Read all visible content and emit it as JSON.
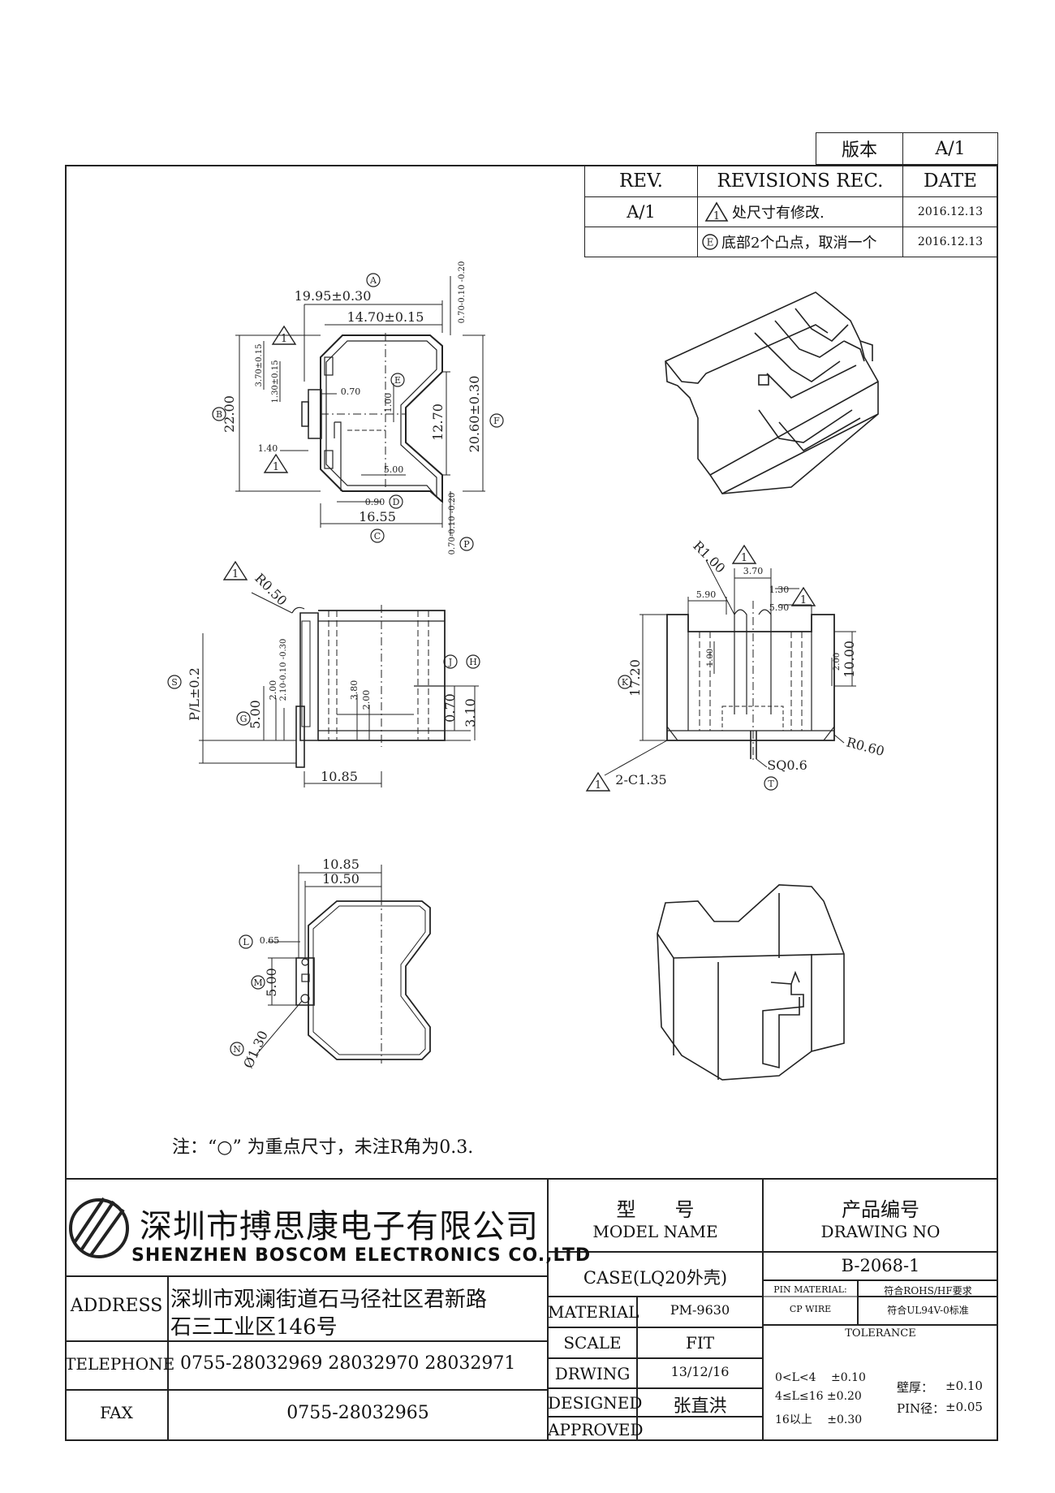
{
  "version_box": {
    "label": "版本",
    "value": "A/1"
  },
  "revisions": {
    "headers": [
      "REV.",
      "REVISIONS REC.",
      "DATE"
    ],
    "rows": [
      {
        "rev": "A/1",
        "mark": "1",
        "text": "处尺寸有修改.",
        "date": "2016.12.13"
      },
      {
        "rev": "",
        "mark": "E",
        "text": "底部2个凸点，取消一个",
        "date": "2016.12.13"
      }
    ]
  },
  "drawing": {
    "top_view": {
      "dims": [
        "19.95±0.30",
        "14.70±0.15",
        "22.00",
        "12.70",
        "20.60±0.30",
        "16.55",
        "5.00",
        "0.90",
        "0.70",
        "1.00",
        "1.40",
        "3.70±0.15",
        "1.30±0.15",
        "0.70-0.10 -0.20"
      ],
      "circled": [
        "A",
        "B",
        "C",
        "D",
        "E",
        "F",
        "P"
      ]
    },
    "side_view": {
      "dims": [
        "R0.50",
        "P/L±0.2",
        "5.00",
        "2.00",
        "2.10-0.10 -0.30",
        "3.80",
        "2.00",
        "0.70",
        "3.10",
        "10.85"
      ],
      "circled": [
        "S",
        "G",
        "J",
        "H"
      ]
    },
    "front_view": {
      "dims": [
        "R1.00",
        "3.70",
        "5.90",
        "1.30",
        "5.90",
        "17.20",
        "1.00",
        "2.00",
        "10.00",
        "R0.60",
        "SQ0.6",
        "2-C1.35"
      ],
      "circled": [
        "K",
        "T"
      ]
    },
    "bottom_view": {
      "dims": [
        "10.85",
        "10.50",
        "0.65",
        "5.00",
        "Ø1.30"
      ],
      "circled": [
        "L",
        "M",
        "N"
      ]
    },
    "note": "注：“○” 为重点尺寸，未注R角为0.3."
  },
  "title_block": {
    "company_cn": "深圳市搏思康电子有限公司",
    "company_en": "SHENZHEN BOSCOM ELECTRONICS CO.,LTD",
    "address_label": "ADDRESS",
    "address_line1": "深圳市观澜街道石马径社区君新路",
    "address_line2": "石三工业区146号",
    "telephone_label": "TELEPHONE",
    "telephone": "0755-28032969 28032970 28032971",
    "fax_label": "FAX",
    "fax": "0755-28032965",
    "model_cn": "型　　号",
    "model_en": "MODEL NAME",
    "model_value": "CASE(LQ20外壳)",
    "drawing_cn": "产品编号",
    "drawing_en": "DRAWING NO",
    "drawing_value": "B-2068-1",
    "material_label": "MATERIAL",
    "material_value": "PM-9630",
    "scale_label": "SCALE",
    "scale_value": "FIT",
    "drwing_label": "DRWING",
    "drwing_value": "13/12/16",
    "designed_label": "DESIGNED",
    "designed_value": "张直洪",
    "approved_label": "APPROVED",
    "approved_value": "",
    "pin_material_label": "PIN MATERIAL:",
    "pin_material_value": "CP WIRE",
    "rohs": "符合ROHS/HF要求",
    "ul": "符合UL94V-0标准",
    "tolerance_label": "TOLERANCE",
    "tol_rows": [
      "0<L<4　 ±0.10",
      "4≤L≤16 ±0.20",
      "16以上　 ±0.30"
    ],
    "wall_label": "壁厚：",
    "wall_value": "±0.10",
    "pin_label": "PIN径：",
    "pin_value": "±0.05"
  }
}
